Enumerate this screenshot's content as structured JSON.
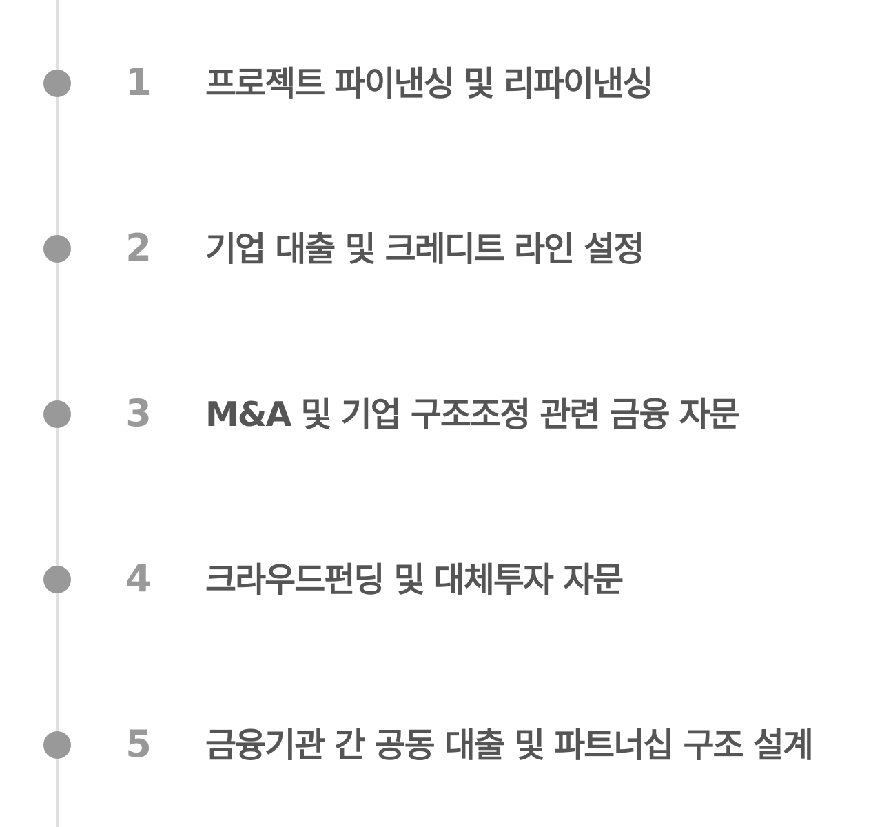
{
  "theme": {
    "line_color": "#e0e0e0",
    "dot_color": "#999999",
    "number_color": "#999999",
    "text_color": "#555555"
  },
  "timeline": {
    "items": [
      {
        "number": "1",
        "text": "프로젝트 파이낸싱 및 리파이낸싱"
      },
      {
        "number": "2",
        "text": "기업 대출 및 크레디트 라인 설정"
      },
      {
        "number": "3",
        "text": "M&A 및 기업 구조조정 관련 금융 자문"
      },
      {
        "number": "4",
        "text": "크라우드펀딩 및 대체투자 자문"
      },
      {
        "number": "5",
        "text": "금융기관 간 공동 대출 및 파트너십 구조 설계"
      }
    ]
  }
}
